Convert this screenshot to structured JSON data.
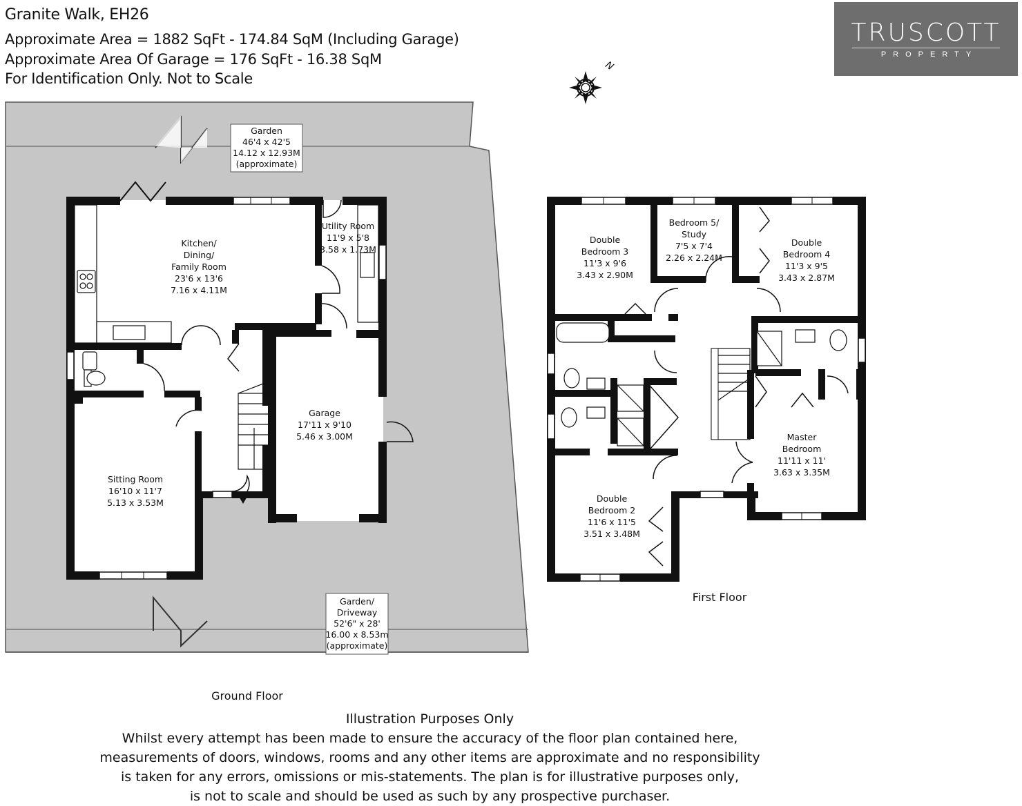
{
  "header": {
    "title": "Granite Walk, EH26",
    "line1": "Approximate Area = 1882 SqFt - 174.84 SqM  (Including Garage)",
    "line2": "Approximate Area Of Garage = 176 SqFt - 16.38 SqM",
    "line3": "For Identification Only. Not to Scale"
  },
  "logo": {
    "name": "TRUSCOTT",
    "sub": "PROPERTY"
  },
  "compass": {
    "label": "N"
  },
  "colors": {
    "garden": "#c6c6c6",
    "wall": "#111111",
    "logo_bg": "#6e6e6e"
  },
  "ground_floor": {
    "label": "Ground Floor",
    "garden_top": {
      "l1": "Garden",
      "l2": "46'4 x 42'5",
      "l3": "14.12 x 12.93M",
      "l4": "(approximate)"
    },
    "garden_bottom": {
      "l1": "Garden/",
      "l2": "Driveway",
      "l3": "52'6\" x 28'",
      "l4": "16.00 x 8.53m",
      "l5": "(approximate)"
    },
    "kitchen": {
      "l1": "Kitchen/",
      "l2": "Dining/",
      "l3": "Family Room",
      "l4": "23'6 x 13'6",
      "l5": "7.16 x 4.11M"
    },
    "utility": {
      "l1": "Utility Room",
      "l2": "11'9 x 5'8",
      "l3": "3.58 x 1.73M"
    },
    "garage": {
      "l1": "Garage",
      "l2": "17'11 x 9'10",
      "l3": "5.46 x 3.00M"
    },
    "sitting": {
      "l1": "Sitting Room",
      "l2": "16'10 x 11'7",
      "l3": "5.13 x 3.53M"
    }
  },
  "first_floor": {
    "label": "First Floor",
    "bed3": {
      "l1": "Double",
      "l2": "Bedroom 3",
      "l3": "11'3 x 9'6",
      "l4": "3.43 x 2.90M"
    },
    "bed5": {
      "l1": "Bedroom 5/",
      "l2": "Study",
      "l3": "7'5 x 7'4",
      "l4": "2.26 x 2.24M"
    },
    "bed4": {
      "l1": "Double",
      "l2": "Bedroom 4",
      "l3": "11'3 x 9'5",
      "l4": "3.43 x 2.87M"
    },
    "master": {
      "l1": "Master",
      "l2": "Bedroom",
      "l3": "11'11 x 11'",
      "l4": "3.63 x 3.35M"
    },
    "bed2": {
      "l1": "Double",
      "l2": "Bedroom 2",
      "l3": "11'6 x 11'5",
      "l4": "3.51 x 3.48M"
    }
  },
  "disclaimer": {
    "title": "Illustration Purposes Only",
    "lines": [
      "Whilst every attempt has been made to ensure the accuracy of the floor plan contained here,",
      "measurements of doors, windows, rooms and any other items are approximate and no responsibility",
      "is taken for any errors, omissions or mis-statements. The plan is for illustrative purposes only,",
      "is not to scale and should be used as such by any prospective purchaser."
    ]
  }
}
